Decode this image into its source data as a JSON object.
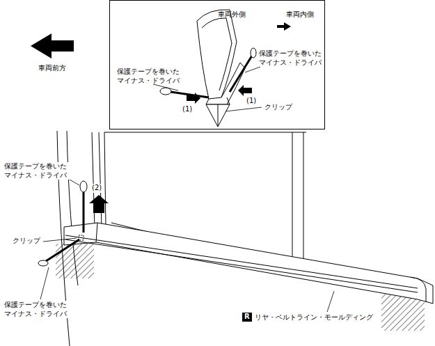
{
  "diagram": {
    "nodes": [
      {
        "text": [
          "車両外側",
          "車両内側",
          "保護テープを巻いた マイナス・ドライバ",
          "保護テープを巻いた マイナス・ドライバ",
          "(1)",
          "(1)",
          "クリップ"
        ]
      },
      {
        "text": [
          "R"
        ]
      }
    ],
    "labels": [
      "車両前方",
      "保護テープを巻いた マイナス・ドライバ",
      "(2)",
      "クリップ",
      "保護テープを巻いた マイナス・ドライバ",
      "リヤ・ベルトライン・モールディング"
    ]
  }
}
